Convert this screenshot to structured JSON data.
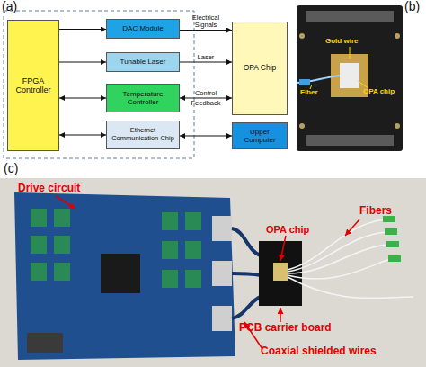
{
  "diagram": {
    "nodes": [
      {
        "text": [
          "FPGA Controller"
        ]
      },
      {
        "text": [
          "DAC Module"
        ]
      },
      {
        "text": [
          "Tunable Laser"
        ]
      },
      {
        "text": [
          "OPA Chip"
        ]
      },
      {
        "text": [
          "Temperature Controller"
        ]
      },
      {
        "text": [
          "Ethernet Communication Chip"
        ]
      },
      {
        "text": [
          "Upper Computer"
        ]
      }
    ],
    "edges": [
      {
        "from": 0,
        "to": 1,
        "arrow": "to"
      },
      {
        "from": 0,
        "to": 2,
        "arrow": "to"
      },
      {
        "from": 0,
        "to": 4,
        "arrow": "both"
      },
      {
        "from": 0,
        "to": 5,
        "arrow": "both"
      },
      {
        "from": 1,
        "to": 3,
        "arrow": "to",
        "label": "Electrical Signals"
      },
      {
        "from": 2,
        "to": 3,
        "arrow": "to",
        "label": "Laser"
      },
      {
        "from": 4,
        "to": 3,
        "arrow": "both",
        "label": "Control"
      },
      {
        "from": 5,
        "to": 6,
        "arrow": "both"
      }
    ],
    "labels": [
      "(a)",
      "Feedback",
      "(b)",
      "Gold wire",
      "Fiber",
      "OPA chip",
      "(c)",
      "Drive circuit",
      "OPA chip",
      "Fibers",
      "PCB carrier board",
      "Coaxial shielded wires"
    ]
  }
}
